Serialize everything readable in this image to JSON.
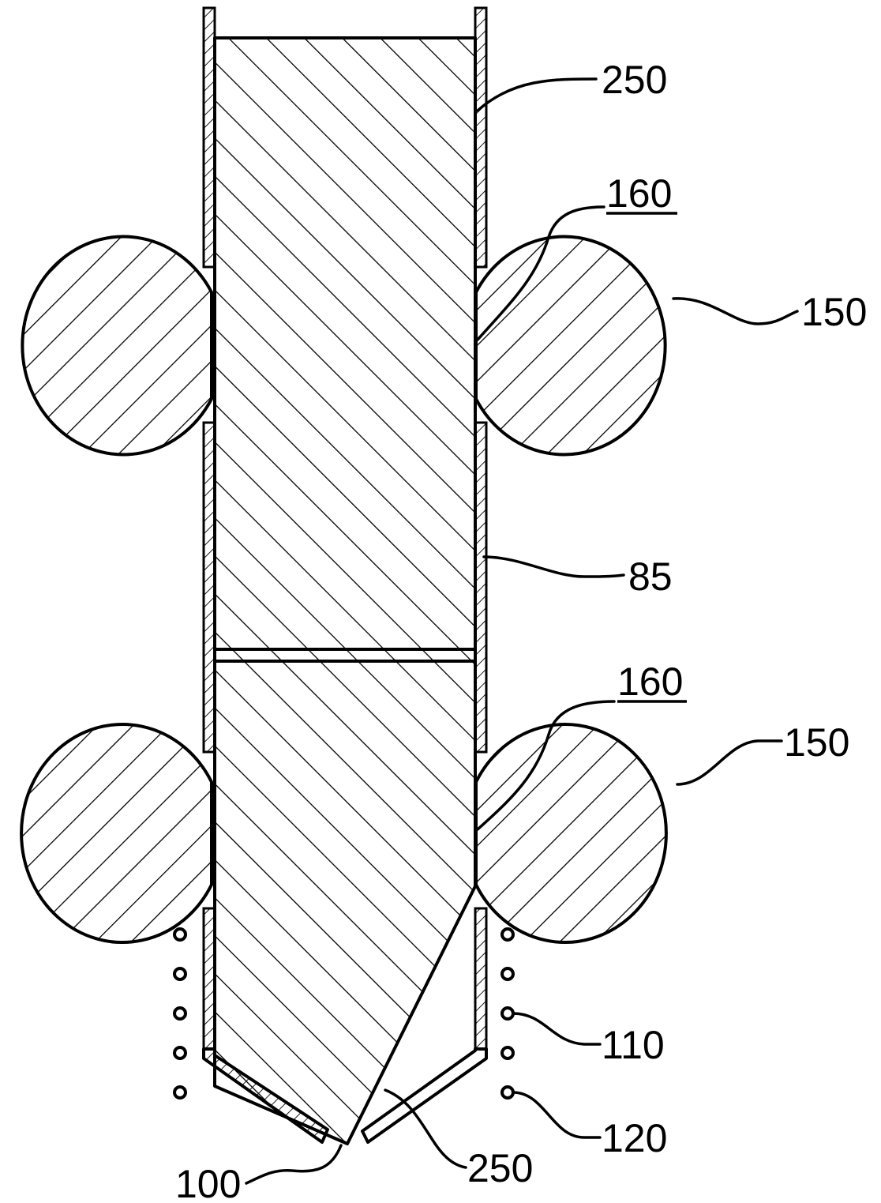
{
  "figure": {
    "labels": {
      "rod_top": "250",
      "rod_bottom": "250",
      "gap_upper": "160",
      "gap_lower": "160",
      "roller_upper": "150",
      "roller_lower": "150",
      "coating": "85",
      "coil_a": "110",
      "coil_b": "120",
      "tip_layer": "100"
    },
    "colors": {
      "ink": "#000000",
      "paper": "#ffffff"
    }
  }
}
